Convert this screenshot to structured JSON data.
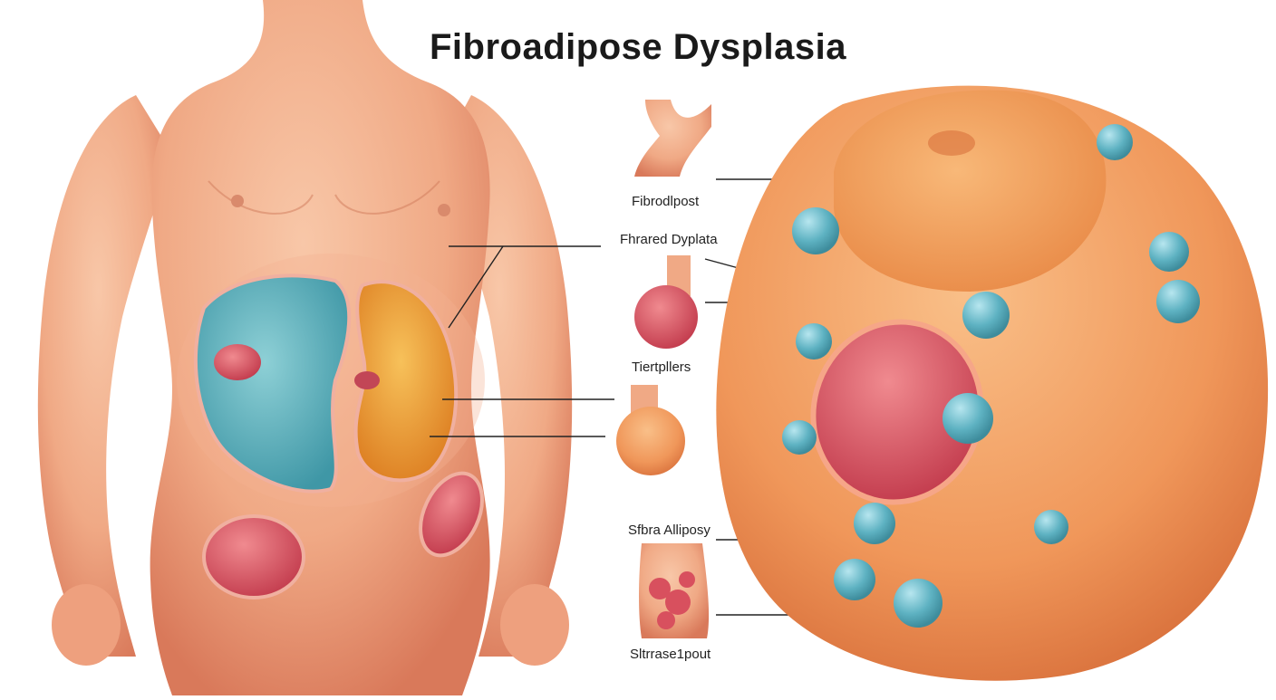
{
  "title": "Fibroadipose Dysplasia",
  "labels": {
    "label_1": "Fibrodlpost",
    "label_2": "Fhrared Dyplata",
    "label_3": "Tiertpllers",
    "label_4": "Sfbra Alliposy",
    "label_5": "Sltrrase1pout"
  },
  "colors": {
    "skin": "#f0a985",
    "skin_dark": "#d9795a",
    "teal": "#5fb3bf",
    "orange_fat": "#e9962f",
    "red_lesion": "#d8505e",
    "nodule_blue": "#67b9c8",
    "cell_orange": "#f2a064"
  }
}
